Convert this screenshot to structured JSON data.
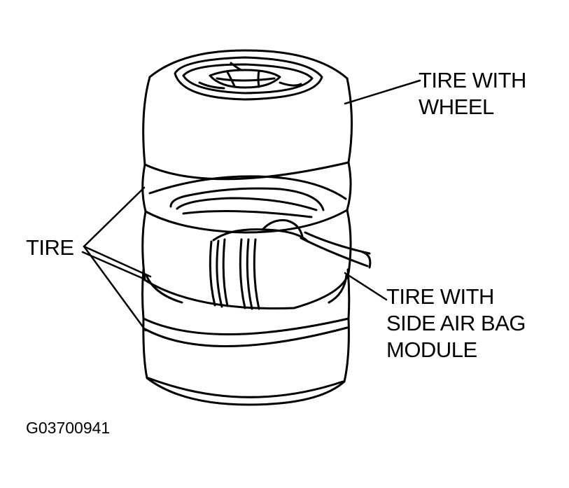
{
  "labels": {
    "tire_with_wheel": [
      "TIRE WITH",
      "WHEEL"
    ],
    "tire": "TIRE",
    "tire_with_airbag": [
      "TIRE WITH",
      "SIDE AIR BAG",
      "MODULE"
    ]
  },
  "figure_code": "G03700941",
  "colors": {
    "ink": "#000000",
    "paper": "#ffffff"
  }
}
